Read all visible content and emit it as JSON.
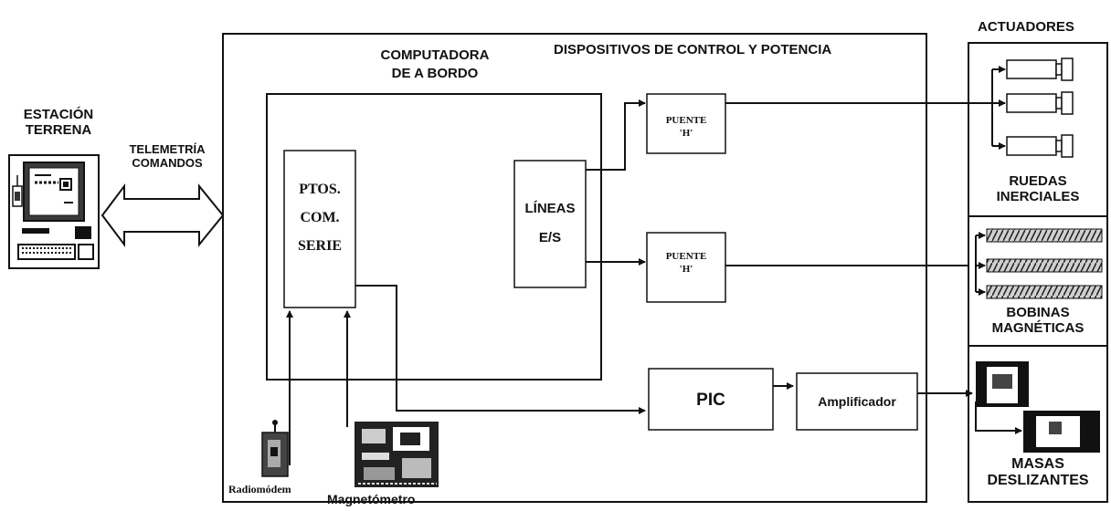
{
  "station": {
    "line1": "ESTACIÓN",
    "line2": "TERRENA"
  },
  "link": {
    "line1": "TELEMETRÍA",
    "line2": "COMANDOS"
  },
  "computer": {
    "line1": "COMPUTADORA",
    "line2": "DE A BORDO"
  },
  "control_title": "DISPOSITIVOS DE CONTROL Y POTENCIA",
  "actuators_title": "ACTUADORES",
  "serial_ports": {
    "line1": "PTOS.",
    "line2": "COM.",
    "line3": "SERIE"
  },
  "io_lines": {
    "line1": "LÍNEAS",
    "line2": "E/S"
  },
  "bridge": {
    "line1": "PUENTE",
    "line2": "'H'"
  },
  "pic": "PIC",
  "amplifier": "Amplificador",
  "wheels": {
    "line1": "RUEDAS",
    "line2": "INERCIALES"
  },
  "coils": {
    "line1": "BOBINAS",
    "line2": "MAGNÉTICAS"
  },
  "masses": {
    "line1": "MASAS",
    "line2": "DESLIZANTES"
  },
  "radiomodem": "Radiomódem",
  "magnetometer": "Magnetómetro",
  "colors": {
    "ink": "#111111",
    "screen": "#1a1a1a",
    "coil_fill": "#bdbdbd",
    "background": "#ffffff"
  },
  "icons": [
    "computer-terminal-icon",
    "radiomodem-icon",
    "magnetometer-board-icon",
    "reaction-wheel-icon",
    "magnetic-coil-icon",
    "sliding-mass-icon"
  ]
}
